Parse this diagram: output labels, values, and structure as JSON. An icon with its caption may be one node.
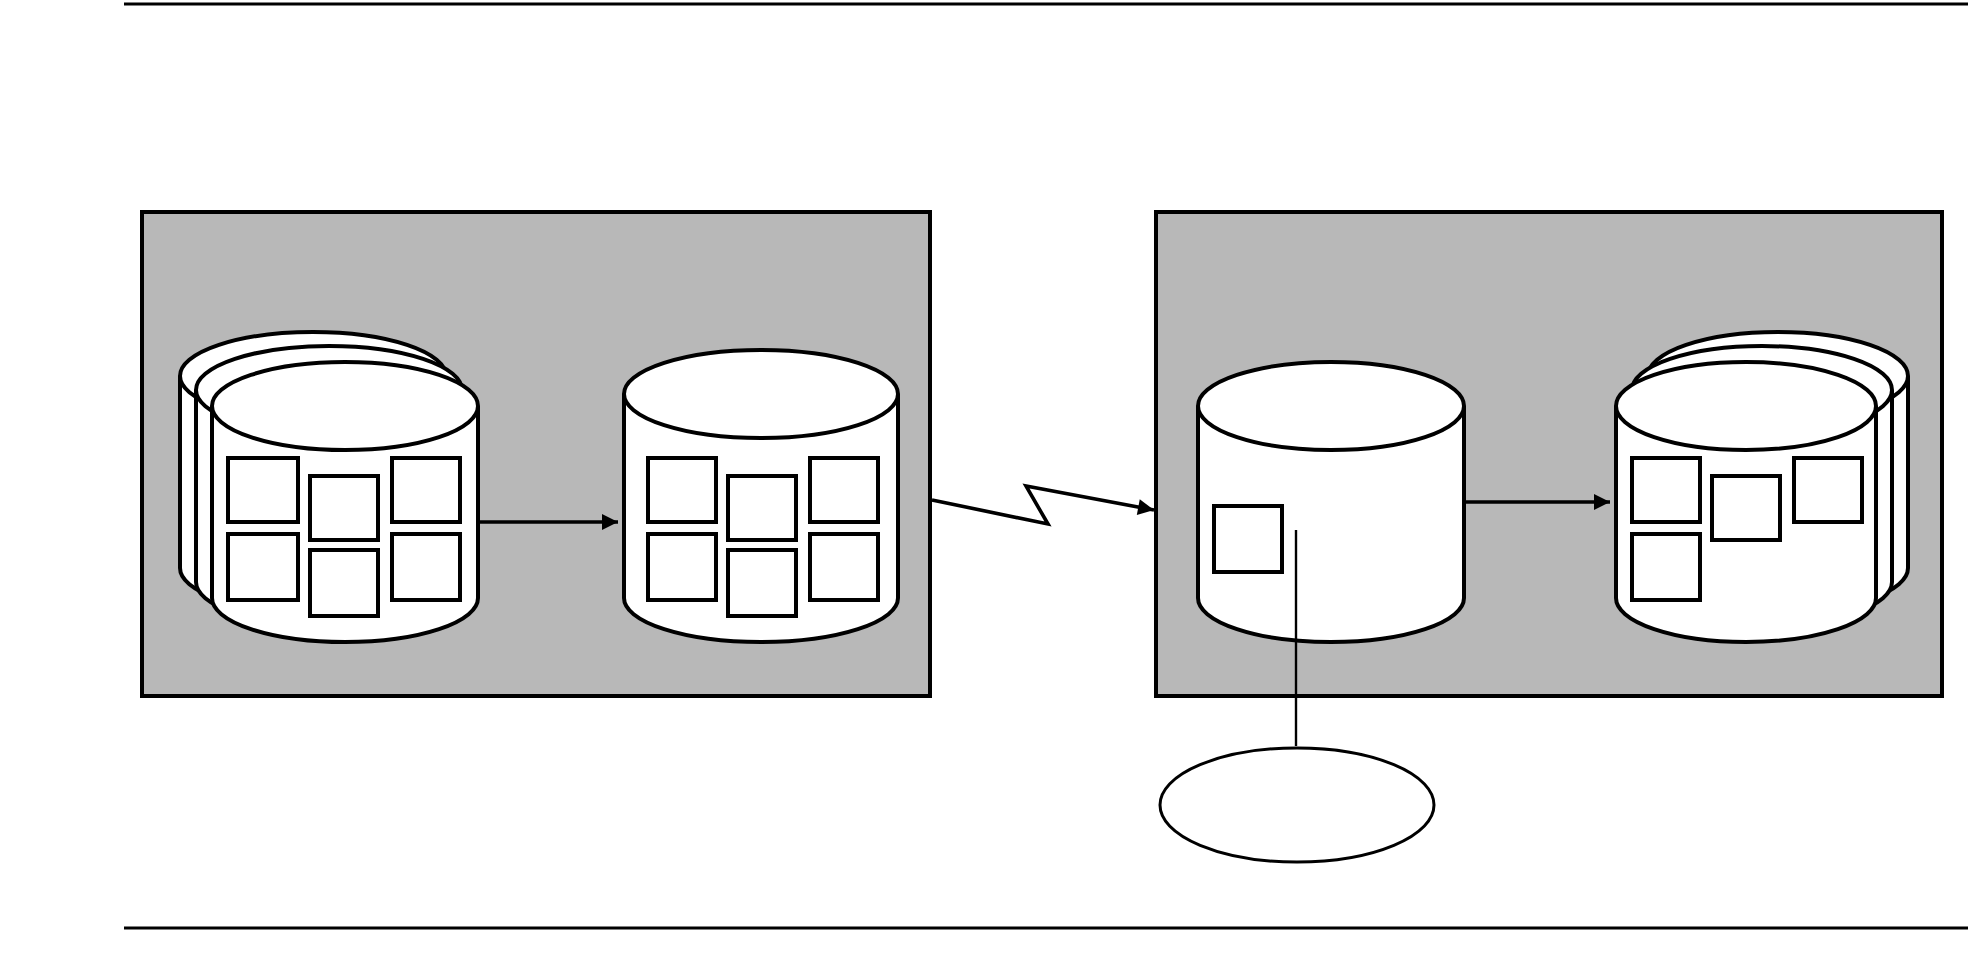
{
  "diagram": {
    "nodes": [
      {
        "text": [],
        "shape": "box"
      },
      {
        "text": [],
        "shape": "cylinder",
        "in": 0
      },
      {
        "text": [],
        "shape": "box",
        "in": 1
      },
      {
        "text": [],
        "shape": "box",
        "in": 1
      },
      {
        "text": [],
        "shape": "box",
        "in": 1
      },
      {
        "text": [],
        "shape": "box",
        "in": 1
      },
      {
        "text": [],
        "shape": "box",
        "in": 1
      },
      {
        "text": [],
        "shape": "box",
        "in": 1
      },
      {
        "text": [],
        "shape": "cylinder",
        "in": 0
      },
      {
        "text": [],
        "shape": "box",
        "in": 8
      },
      {
        "text": [],
        "shape": "box",
        "in": 8
      },
      {
        "text": [],
        "shape": "box",
        "in": 8
      },
      {
        "text": [],
        "shape": "box",
        "in": 8
      },
      {
        "text": [],
        "shape": "box",
        "in": 8
      },
      {
        "text": [],
        "shape": "box",
        "in": 8
      },
      {
        "text": [],
        "shape": "box"
      },
      {
        "text": [],
        "shape": "cylinder",
        "in": 15
      },
      {
        "text": [],
        "shape": "box",
        "in": 16
      },
      {
        "text": [],
        "shape": "cylinder",
        "in": 15
      },
      {
        "text": [],
        "shape": "box",
        "in": 18
      },
      {
        "text": [],
        "shape": "box",
        "in": 18
      },
      {
        "text": [],
        "shape": "box",
        "in": 18
      },
      {
        "text": [],
        "shape": "box",
        "in": 18
      },
      {
        "text": [],
        "shape": "ellipse"
      }
    ],
    "edges": [
      {
        "from": 1,
        "to": 8,
        "arrow": "to"
      },
      {
        "from": 0,
        "to": 15,
        "arrow": "to"
      },
      {
        "from": 16,
        "to": 18,
        "arrow": "to"
      },
      {
        "from": 23,
        "to": 16,
        "arrow": "none"
      }
    ]
  }
}
